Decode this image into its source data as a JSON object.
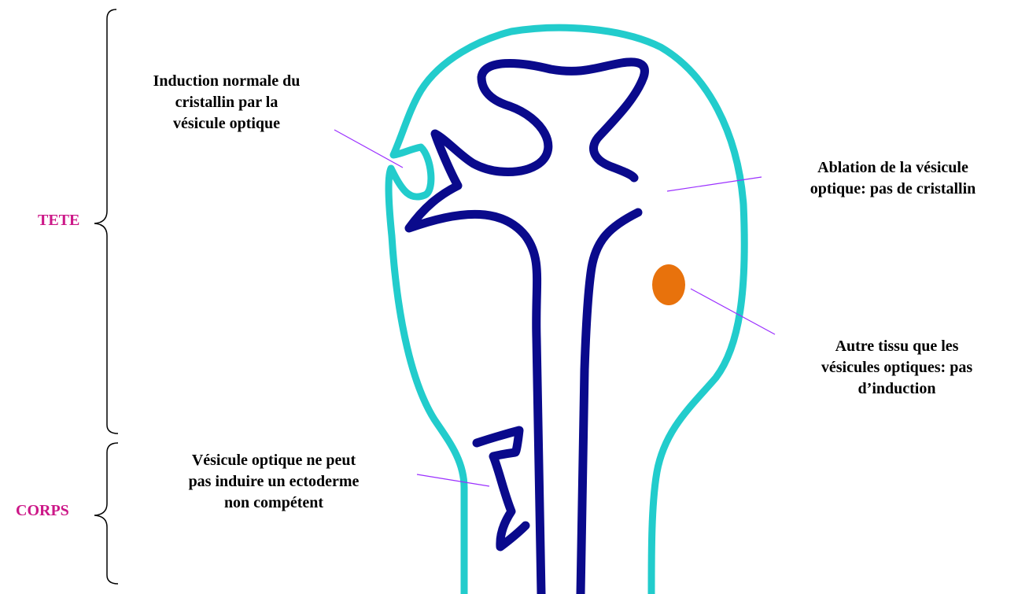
{
  "regions": {
    "tete": "TETE",
    "corps": "CORPS"
  },
  "annotations": {
    "induction_normale": [
      "Induction normale du",
      "cristallin par la",
      "vésicule optique"
    ],
    "ablation": [
      "Ablation de la vésicule",
      "optique: pas de cristallin"
    ],
    "autre_tissu": [
      "Autre tissu que les",
      "vésicules optiques: pas",
      "d’induction"
    ],
    "corps_vesicule": [
      "Vésicule optique ne peut",
      "pas induire un ectoderme",
      "non compétent"
    ]
  },
  "colors": {
    "ectoderm": "#22CCCC",
    "neural_tube": "#0A0A8C",
    "grafted_tissue": "#E8720C",
    "leader_line": "#9B30FF",
    "region_label": "#CC1888"
  }
}
